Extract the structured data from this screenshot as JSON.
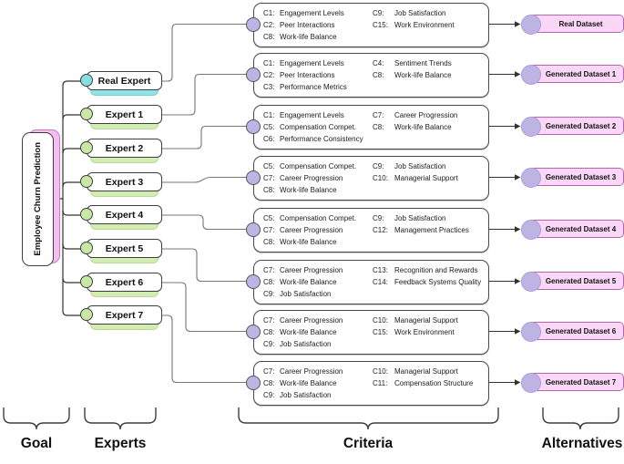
{
  "goal": {
    "label": "Employee Churn Prediction"
  },
  "section_labels": {
    "goal": "Goal",
    "experts": "Experts",
    "criteria": "Criteria",
    "alternatives": "Alternatives"
  },
  "experts": [
    {
      "label": "Real Expert"
    },
    {
      "label": "Expert 1"
    },
    {
      "label": "Expert 2"
    },
    {
      "label": "Expert 3"
    },
    {
      "label": "Expert 4"
    },
    {
      "label": "Expert 5"
    },
    {
      "label": "Expert 6"
    },
    {
      "label": "Expert 7"
    }
  ],
  "criteria_boxes": [
    {
      "left": [
        {
          "code": "C1:",
          "label": "Engagement Levels"
        },
        {
          "code": "C2:",
          "label": "Peer Interactions"
        },
        {
          "code": "C8:",
          "label": "Work-life Balance"
        }
      ],
      "right": [
        {
          "code": "C9:",
          "label": "Job Satisfaction"
        },
        {
          "code": "C15:",
          "label": "Work Environment"
        }
      ]
    },
    {
      "left": [
        {
          "code": "C1:",
          "label": "Engagement Levels"
        },
        {
          "code": "C2:",
          "label": "Peer Interactions"
        },
        {
          "code": "C3:",
          "label": "Performance Metrics"
        }
      ],
      "right": [
        {
          "code": "C4:",
          "label": "Sentiment Trends"
        },
        {
          "code": "C8:",
          "label": "Work-life Balance"
        }
      ]
    },
    {
      "left": [
        {
          "code": "C1:",
          "label": "Engagement Levels"
        },
        {
          "code": "C5:",
          "label": "Compensation Compet."
        },
        {
          "code": "C6:",
          "label": "Performance Consistency"
        }
      ],
      "right": [
        {
          "code": "C7:",
          "label": "Career Progression"
        },
        {
          "code": "C8:",
          "label": "Work-life Balance"
        }
      ]
    },
    {
      "left": [
        {
          "code": "C5:",
          "label": "Compensation Compet."
        },
        {
          "code": "C7:",
          "label": "Career Progression"
        },
        {
          "code": "C8:",
          "label": "Work-life Balance"
        }
      ],
      "right": [
        {
          "code": "C9:",
          "label": "Job Satisfaction"
        },
        {
          "code": "C10:",
          "label": "Managerial Support"
        }
      ]
    },
    {
      "left": [
        {
          "code": "C5:",
          "label": "Compensation Compet."
        },
        {
          "code": "C7:",
          "label": "Career Progression"
        },
        {
          "code": "C8:",
          "label": "Work-life Balance"
        }
      ],
      "right": [
        {
          "code": "C9:",
          "label": "Job Satisfaction"
        },
        {
          "code": "C12:",
          "label": "Management Practices"
        }
      ]
    },
    {
      "left": [
        {
          "code": "C7:",
          "label": "Career Progression"
        },
        {
          "code": "C8:",
          "label": "Work-life Balance"
        },
        {
          "code": "C9:",
          "label": "Job Satisfaction"
        }
      ],
      "right": [
        {
          "code": "C13:",
          "label": "Recognition and Rewards"
        },
        {
          "code": "C14:",
          "label": "Feedback Systems Quality"
        }
      ]
    },
    {
      "left": [
        {
          "code": "C7:",
          "label": "Career Progression"
        },
        {
          "code": "C8:",
          "label": "Work-life Balance"
        },
        {
          "code": "C9:",
          "label": "Job Satisfaction"
        }
      ],
      "right": [
        {
          "code": "C10:",
          "label": "Managerial Support"
        },
        {
          "code": "C15:",
          "label": "Work Environment"
        }
      ]
    },
    {
      "left": [
        {
          "code": "C7:",
          "label": "Career Progression"
        },
        {
          "code": "C8:",
          "label": "Work-life Balance"
        },
        {
          "code": "C9:",
          "label": "Job Satisfaction"
        }
      ],
      "right": [
        {
          "code": "C10:",
          "label": "Managerial Support"
        },
        {
          "code": "C11:",
          "label": "Compensation Structure"
        }
      ]
    }
  ],
  "alternatives": [
    {
      "label": "Real Dataset"
    },
    {
      "label": "Generated Dataset 1"
    },
    {
      "label": "Generated Dataset 2"
    },
    {
      "label": "Generated Dataset 3"
    },
    {
      "label": "Generated Dataset 4"
    },
    {
      "label": "Generated Dataset 5"
    },
    {
      "label": "Generated Dataset 6"
    },
    {
      "label": "Generated Dataset 7"
    }
  ],
  "colors": {
    "goal_accent": "#f5bdf0",
    "real_expert_accent": "#8ee4e6",
    "expert_accent": "#d2ecb2",
    "criteria_node": "#bdb4e4",
    "alternative_fill": "#fbd7f7",
    "alternative_border": "#b765ad",
    "connector": "#777777"
  }
}
